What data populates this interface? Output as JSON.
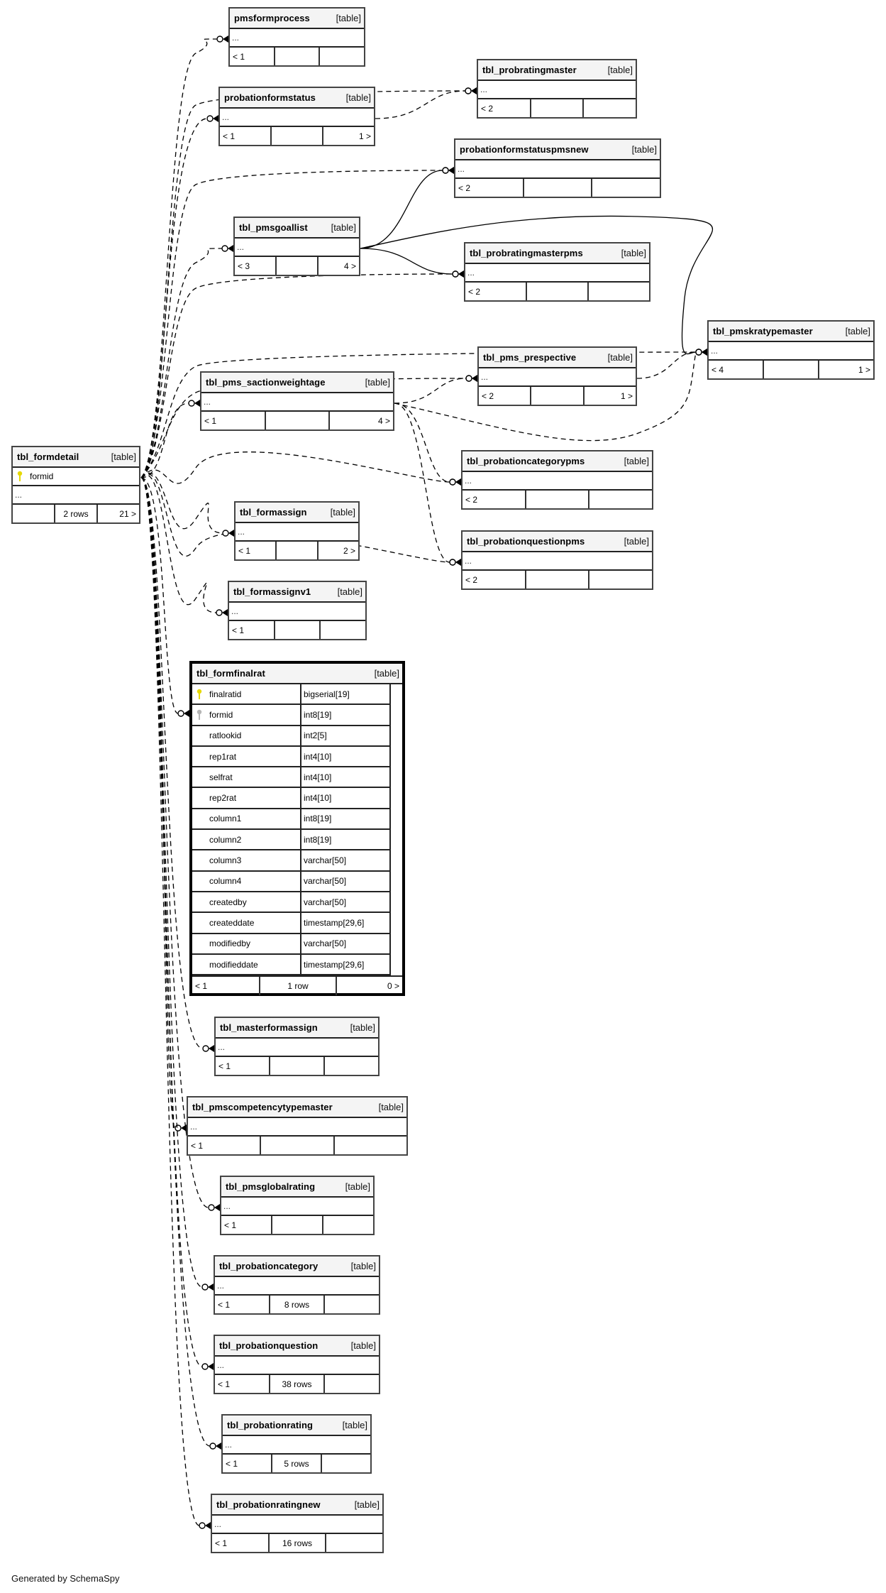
{
  "diagram": {
    "focus_table": "tbl_formfinalrat",
    "footer_text": "Generated by SchemaSpy",
    "type_label": "[table]",
    "ellipsis": "...",
    "tables": [
      {
        "id": "pmsformprocess",
        "name": "pmsformprocess",
        "parents": "< 1",
        "rows": "",
        "children": ""
      },
      {
        "id": "probationformstatus",
        "name": "probationformstatus",
        "parents": "< 1",
        "rows": "",
        "children": "1 >"
      },
      {
        "id": "tbl_probratingmaster",
        "name": "tbl_probratingmaster",
        "parents": "< 2",
        "rows": "",
        "children": ""
      },
      {
        "id": "probationformstatuspmsnew",
        "name": "probationformstatuspmsnew",
        "parents": "< 2",
        "rows": "",
        "children": ""
      },
      {
        "id": "tbl_pmsgoallist",
        "name": "tbl_pmsgoallist",
        "parents": "< 3",
        "rows": "",
        "children": "4 >"
      },
      {
        "id": "tbl_probratingmasterpms",
        "name": "tbl_probratingmasterpms",
        "parents": "< 2",
        "rows": "",
        "children": ""
      },
      {
        "id": "tbl_pmskratypemaster",
        "name": "tbl_pmskratypemaster",
        "parents": "< 4",
        "rows": "",
        "children": "1 >"
      },
      {
        "id": "tbl_pms_prespective",
        "name": "tbl_pms_prespective",
        "parents": "< 2",
        "rows": "",
        "children": "1 >"
      },
      {
        "id": "tbl_pms_sactionweightage",
        "name": "tbl_pms_sactionweightage",
        "parents": "< 1",
        "rows": "",
        "children": "4 >"
      },
      {
        "id": "tbl_formdetail",
        "name": "tbl_formdetail",
        "parents": "",
        "rows": "2 rows",
        "children": "21 >",
        "key_column": "formid"
      },
      {
        "id": "tbl_probationcategorypms",
        "name": "tbl_probationcategorypms",
        "parents": "< 2",
        "rows": "",
        "children": ""
      },
      {
        "id": "tbl_probationquestionpms",
        "name": "tbl_probationquestionpms",
        "parents": "< 2",
        "rows": "",
        "children": ""
      },
      {
        "id": "tbl_formassign",
        "name": "tbl_formassign",
        "parents": "< 1",
        "rows": "",
        "children": "2 >"
      },
      {
        "id": "tbl_formassignv1",
        "name": "tbl_formassignv1",
        "parents": "< 1",
        "rows": "",
        "children": ""
      },
      {
        "id": "tbl_masterformassign",
        "name": "tbl_masterformassign",
        "parents": "< 1",
        "rows": "",
        "children": ""
      },
      {
        "id": "tbl_pmscompetencytypemaster",
        "name": "tbl_pmscompetencytypemaster",
        "parents": "< 1",
        "rows": "",
        "children": ""
      },
      {
        "id": "tbl_pmsglobalrating",
        "name": "tbl_pmsglobalrating",
        "parents": "< 1",
        "rows": "",
        "children": ""
      },
      {
        "id": "tbl_probationcategory",
        "name": "tbl_probationcategory",
        "parents": "< 1",
        "rows": "8 rows",
        "children": ""
      },
      {
        "id": "tbl_probationquestion",
        "name": "tbl_probationquestion",
        "parents": "< 1",
        "rows": "38 rows",
        "children": ""
      },
      {
        "id": "tbl_probationrating",
        "name": "tbl_probationrating",
        "parents": "< 1",
        "rows": "5 rows",
        "children": ""
      },
      {
        "id": "tbl_probationratingnew",
        "name": "tbl_probationratingnew",
        "parents": "< 1",
        "rows": "16 rows",
        "children": ""
      }
    ],
    "formfinalrat": {
      "name": "tbl_formfinalrat",
      "parents": "< 1",
      "rows": "1 row",
      "children": "0 >",
      "columns": [
        {
          "name": "finalratid",
          "type": "bigserial[19]",
          "key": "primary"
        },
        {
          "name": "formid",
          "type": "int8[19]",
          "key": "foreign"
        },
        {
          "name": "ratlookid",
          "type": "int2[5]",
          "key": ""
        },
        {
          "name": "rep1rat",
          "type": "int4[10]",
          "key": ""
        },
        {
          "name": "selfrat",
          "type": "int4[10]",
          "key": ""
        },
        {
          "name": "rep2rat",
          "type": "int4[10]",
          "key": ""
        },
        {
          "name": "column1",
          "type": "int8[19]",
          "key": ""
        },
        {
          "name": "column2",
          "type": "int8[19]",
          "key": ""
        },
        {
          "name": "column3",
          "type": "varchar[50]",
          "key": ""
        },
        {
          "name": "column4",
          "type": "varchar[50]",
          "key": ""
        },
        {
          "name": "createdby",
          "type": "varchar[50]",
          "key": ""
        },
        {
          "name": "createddate",
          "type": "timestamp[29,6]",
          "key": ""
        },
        {
          "name": "modifiedby",
          "type": "varchar[50]",
          "key": ""
        },
        {
          "name": "modifieddate",
          "type": "timestamp[29,6]",
          "key": ""
        }
      ]
    },
    "relationships": [
      {
        "from": "tbl_formdetail",
        "to": "pmsformprocess",
        "style": "dashed"
      },
      {
        "from": "tbl_formdetail",
        "to": "probationformstatus",
        "style": "dashed"
      },
      {
        "from": "tbl_formdetail",
        "to": "tbl_probratingmaster",
        "style": "dashed"
      },
      {
        "from": "probationformstatus",
        "to": "tbl_probratingmaster",
        "style": "dashed"
      },
      {
        "from": "tbl_formdetail",
        "to": "probationformstatuspmsnew",
        "style": "dashed"
      },
      {
        "from": "tbl_pmsgoallist",
        "to": "probationformstatuspmsnew",
        "style": "solid"
      },
      {
        "from": "tbl_formdetail",
        "to": "tbl_pmsgoallist",
        "style": "dashed"
      },
      {
        "from": "tbl_pmsgoallist",
        "to": "tbl_probratingmasterpms",
        "style": "solid"
      },
      {
        "from": "tbl_formdetail",
        "to": "tbl_probratingmasterpms",
        "style": "dashed"
      },
      {
        "from": "tbl_pmsgoallist",
        "to": "tbl_pmskratypemaster",
        "style": "solid"
      },
      {
        "from": "tbl_formdetail",
        "to": "tbl_pmskratypemaster",
        "style": "dashed"
      },
      {
        "from": "tbl_pms_prespective",
        "to": "tbl_pmskratypemaster",
        "style": "dashed"
      },
      {
        "from": "tbl_pms_sactionweightage",
        "to": "tbl_pmskratypemaster",
        "style": "dashed"
      },
      {
        "from": "tbl_formdetail",
        "to": "tbl_pms_prespective",
        "style": "dashed"
      },
      {
        "from": "tbl_pms_sactionweightage",
        "to": "tbl_pms_prespective",
        "style": "dashed"
      },
      {
        "from": "tbl_formdetail",
        "to": "tbl_pms_sactionweightage",
        "style": "dashed"
      },
      {
        "from": "tbl_formdetail",
        "to": "tbl_probationcategorypms",
        "style": "dashed"
      },
      {
        "from": "tbl_pms_sactionweightage",
        "to": "tbl_probationcategorypms",
        "style": "dashed"
      },
      {
        "from": "tbl_formdetail",
        "to": "tbl_probationquestionpms",
        "style": "dashed"
      },
      {
        "from": "tbl_pms_sactionweightage",
        "to": "tbl_probationquestionpms",
        "style": "dashed"
      },
      {
        "from": "tbl_formdetail",
        "to": "tbl_formassign",
        "style": "dashed"
      },
      {
        "from": "tbl_formdetail",
        "to": "tbl_formassignv1",
        "style": "dashed"
      },
      {
        "from": "tbl_formdetail",
        "to": "tbl_formfinalrat",
        "style": "dashed"
      },
      {
        "from": "tbl_formdetail",
        "to": "tbl_masterformassign",
        "style": "dashed"
      },
      {
        "from": "tbl_formdetail",
        "to": "tbl_pmscompetencytypemaster",
        "style": "dashed"
      },
      {
        "from": "tbl_formdetail",
        "to": "tbl_pmsglobalrating",
        "style": "dashed"
      },
      {
        "from": "tbl_formdetail",
        "to": "tbl_probationcategory",
        "style": "dashed"
      },
      {
        "from": "tbl_formdetail",
        "to": "tbl_probationquestion",
        "style": "dashed"
      },
      {
        "from": "tbl_formdetail",
        "to": "tbl_probationrating",
        "style": "dashed"
      },
      {
        "from": "tbl_formdetail",
        "to": "tbl_probationratingnew",
        "style": "dashed"
      }
    ]
  }
}
